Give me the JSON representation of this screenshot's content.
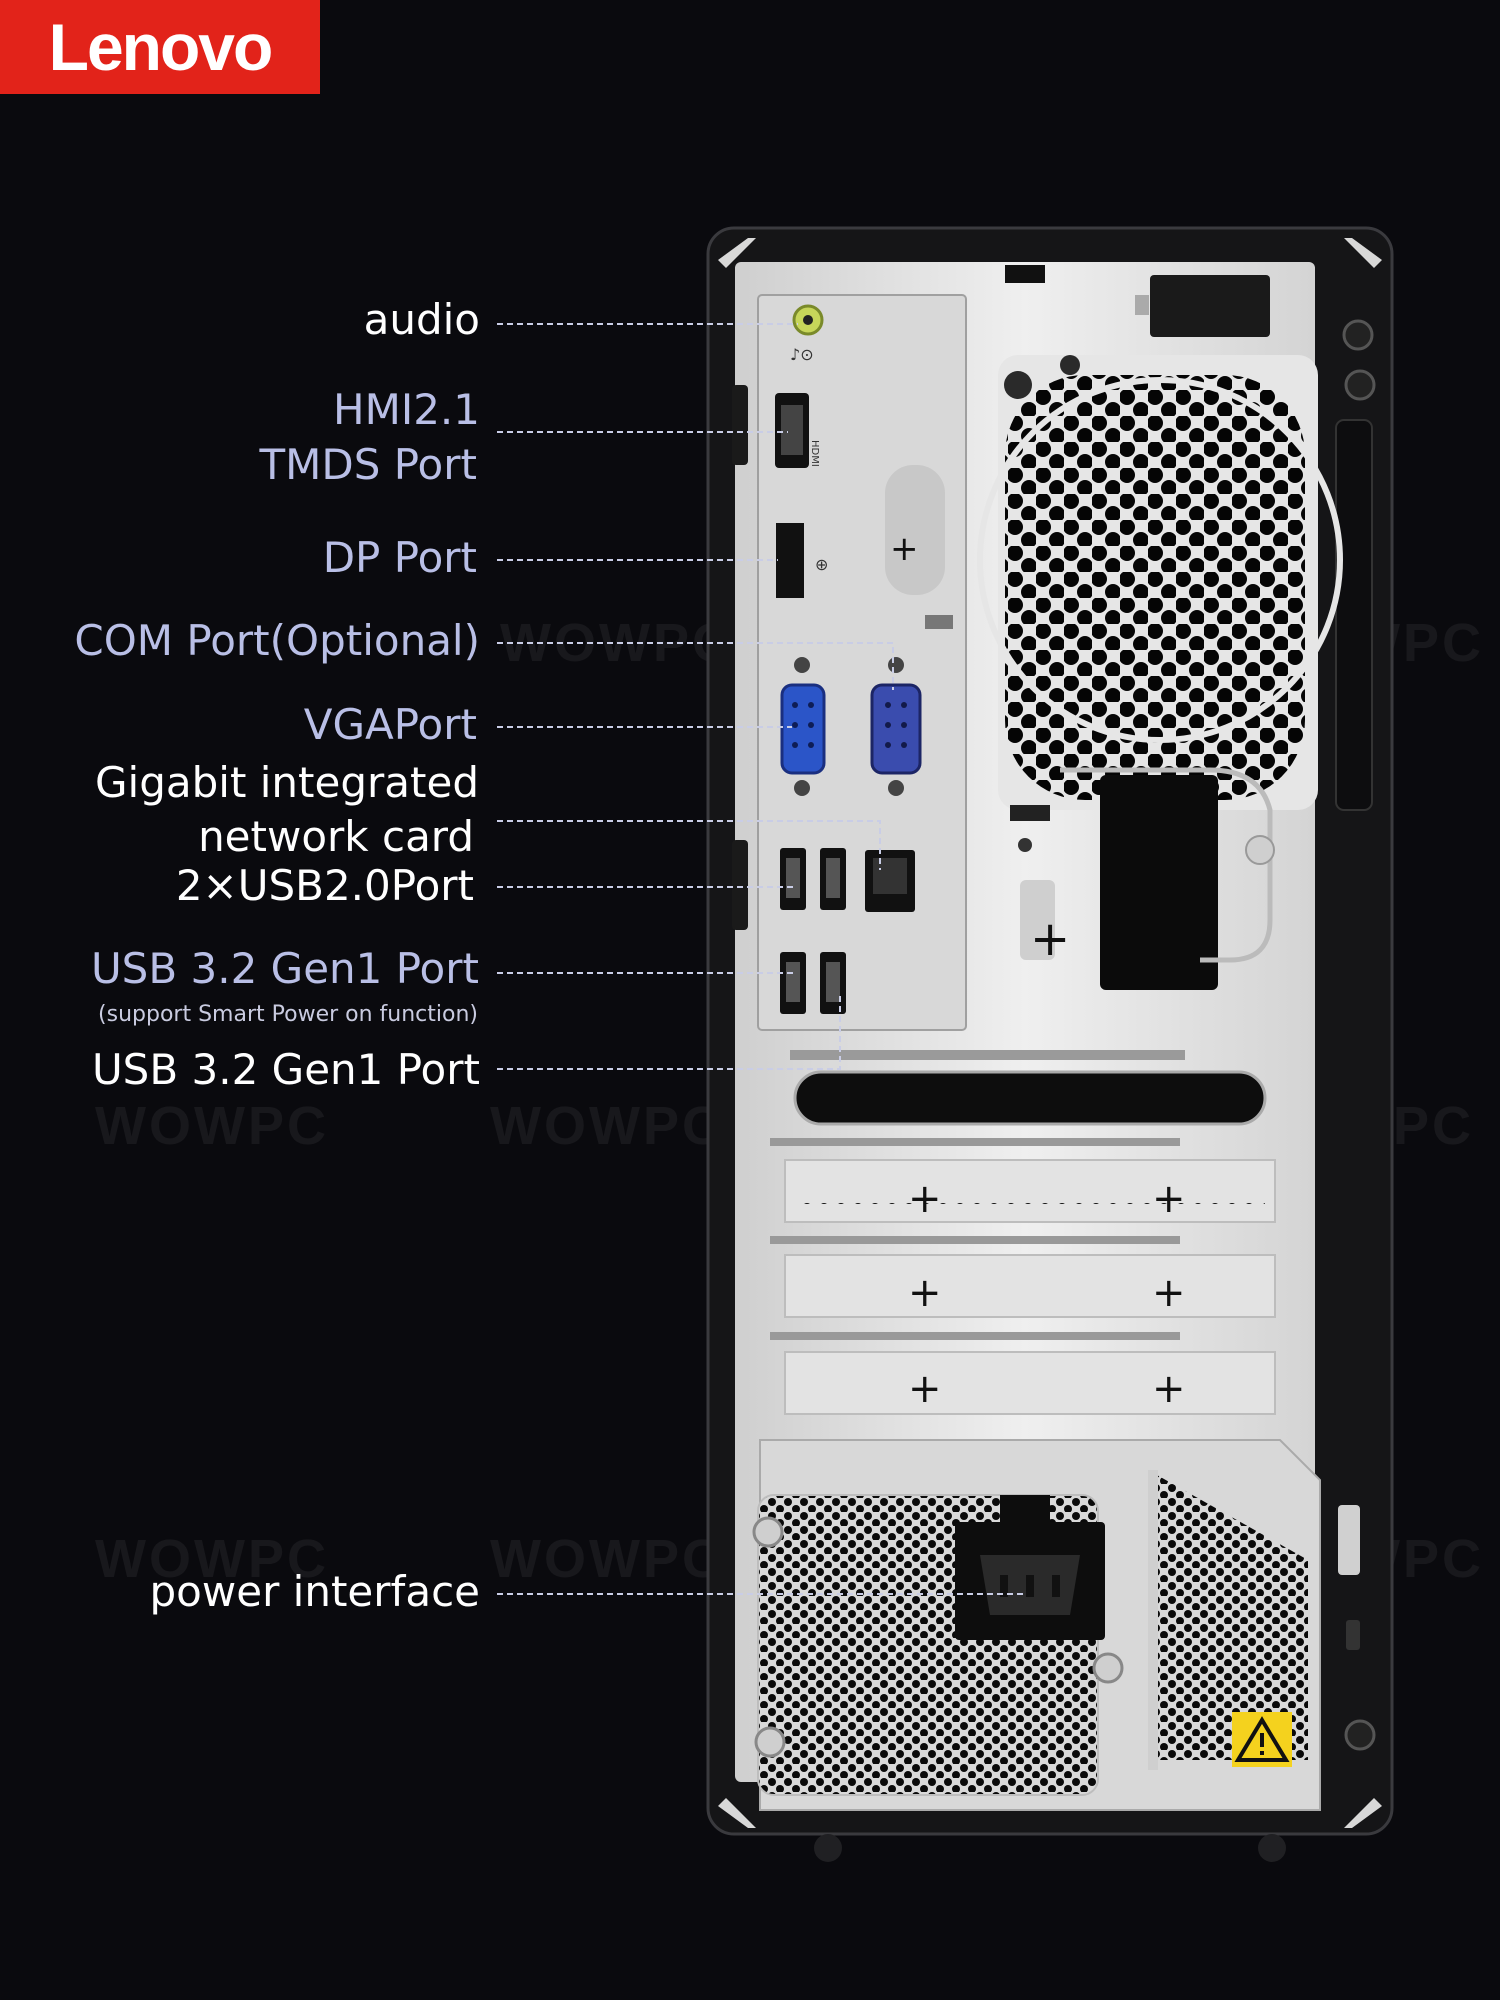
{
  "brand": {
    "logo_text": "Lenovo"
  },
  "labels": {
    "audio": "audio",
    "hdmi_line1": "HMI2.1",
    "hdmi_line2": "TMDS Port",
    "dp": "DP Port",
    "com": "COM Port(Optional)",
    "vga": "VGAPort",
    "lan_line1": "Gigabit integrated",
    "lan_line2": "network card",
    "usb2": "2×USB2.0Port",
    "usb32_powered": "USB 3.2 Gen1 Port",
    "usb32_powered_note": "(support Smart Power on function)",
    "usb32": "USB 3.2 Gen1 Port",
    "power": "power interface"
  },
  "watermark": "WOWPC",
  "colors": {
    "background": "#0a0a0e",
    "brand_red": "#e2231a",
    "label_white": "#ffffff",
    "label_blue": "#b9bfe6",
    "leader_line": "#c9cde6",
    "vga_blue": "#2b55c8",
    "com_blue": "#3a4cae",
    "warning_yellow": "#f4d21e"
  },
  "icons": [
    "warning-triangle-icon",
    "audio-jack-icon",
    "hdmi-port-icon",
    "displayport-icon",
    "vga-port-icon",
    "serial-port-icon",
    "ethernet-port-icon",
    "usb-port-icon",
    "power-socket-icon"
  ]
}
